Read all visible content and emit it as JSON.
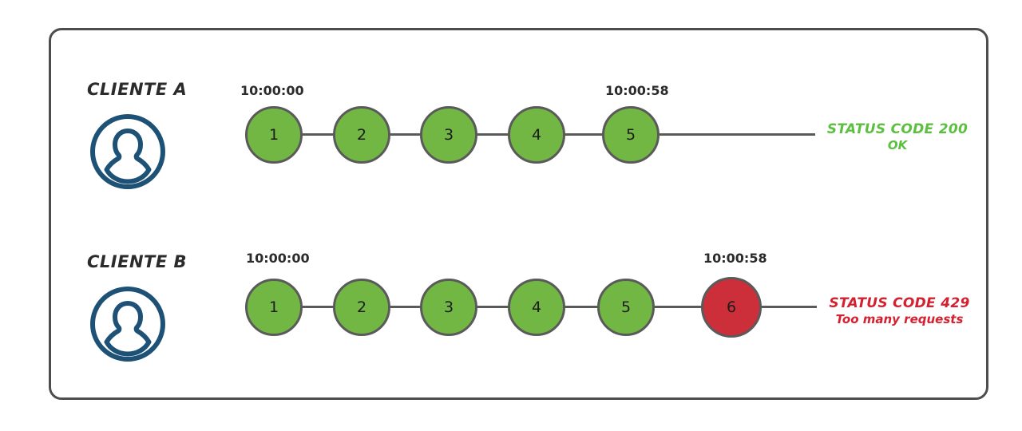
{
  "diagram": {
    "title_hidden": "",
    "colors": {
      "panel_border": "#4d4d4d",
      "node_green": "#72b744",
      "node_red": "#cc2f39",
      "node_stroke": "#5a5a5a",
      "avatar_blue": "#1d5175",
      "status_ok": "#5bbf3f",
      "status_error": "#d4202f",
      "text_dark": "#2b2b2b"
    },
    "rows": [
      {
        "id": "client-a",
        "label": "CLIENTE A",
        "avatar_icon": "user-avatar-icon",
        "time_start": "10:00:00",
        "time_end": "10:00:58",
        "nodes": [
          {
            "number": "1",
            "state": "ok"
          },
          {
            "number": "2",
            "state": "ok"
          },
          {
            "number": "3",
            "state": "ok"
          },
          {
            "number": "4",
            "state": "ok"
          },
          {
            "number": "5",
            "state": "ok"
          }
        ],
        "status": {
          "line1": "STATUS CODE 200",
          "line2": "OK",
          "state": "ok"
        }
      },
      {
        "id": "client-b",
        "label": "CLIENTE B",
        "avatar_icon": "user-avatar-icon",
        "time_start": "10:00:00",
        "time_end": "10:00:58",
        "nodes": [
          {
            "number": "1",
            "state": "ok"
          },
          {
            "number": "2",
            "state": "ok"
          },
          {
            "number": "3",
            "state": "ok"
          },
          {
            "number": "4",
            "state": "ok"
          },
          {
            "number": "5",
            "state": "ok"
          },
          {
            "number": "6",
            "state": "error"
          }
        ],
        "status": {
          "line1": "STATUS CODE 429",
          "line2": "Too many requests",
          "state": "error"
        }
      }
    ]
  }
}
